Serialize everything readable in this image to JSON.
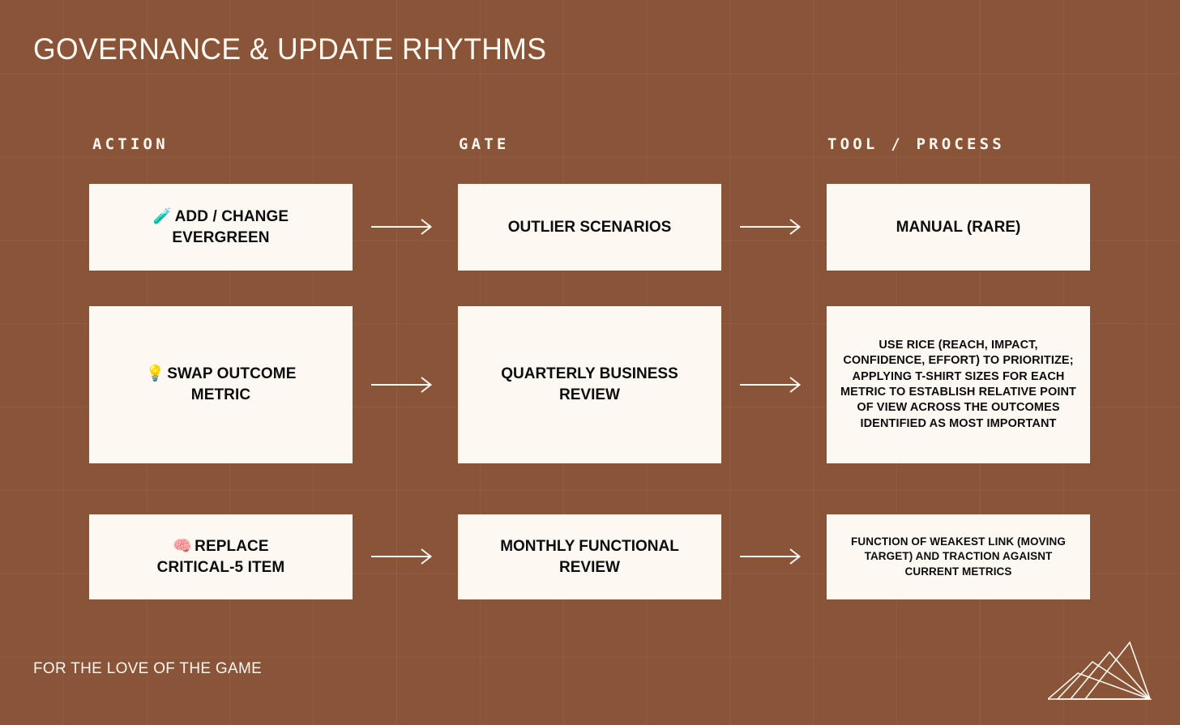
{
  "theme": {
    "background_color": "#8a5438",
    "card_color": "#fdf9f2",
    "text_on_dark": "#fdf8f2",
    "text_on_card": "#0d0d0d"
  },
  "header": {
    "title": "GOVERNANCE & UPDATE RHYTHMS"
  },
  "columns": [
    {
      "label": "ACTION"
    },
    {
      "label": "GATE"
    },
    {
      "label": "TOOL / PROCESS"
    }
  ],
  "rows": [
    {
      "action": {
        "icon": "test-tube-emoji",
        "emoji": "🧪",
        "line1": "ADD / CHANGE",
        "line2": "EVERGREEN"
      },
      "gate": {
        "text": "OUTLIER SCENARIOS"
      },
      "tool": {
        "text": "MANUAL (RARE)"
      }
    },
    {
      "action": {
        "icon": "light-bulb-emoji",
        "emoji": "💡",
        "line1": "SWAP OUTCOME",
        "line2": "METRIC"
      },
      "gate": {
        "text": "QUARTERLY BUSINESS REVIEW"
      },
      "tool": {
        "text": "USE RICE (REACH, IMPACT, CONFIDENCE, EFFORT) TO PRIORITIZE; APPLYING T-SHIRT SIZES FOR EACH METRIC TO ESTABLISH RELATIVE POINT OF VIEW ACROSS THE OUTCOMES IDENTIFIED AS MOST IMPORTANT"
      }
    },
    {
      "action": {
        "icon": "brain-emoji",
        "emoji": "🧠",
        "line1": "REPLACE",
        "line2": "CRITICAL-5 ITEM"
      },
      "gate": {
        "text": "MONTHLY FUNCTIONAL REVIEW"
      },
      "tool": {
        "text": "FUNCTION OF WEAKEST LINK (MOVING TARGET) AND TRACTION AGAISNT CURRENT METRICS"
      }
    }
  ],
  "footer": {
    "tagline": "FOR THE LOVE OF THE GAME",
    "logo": "mountain-peaks-logo"
  }
}
